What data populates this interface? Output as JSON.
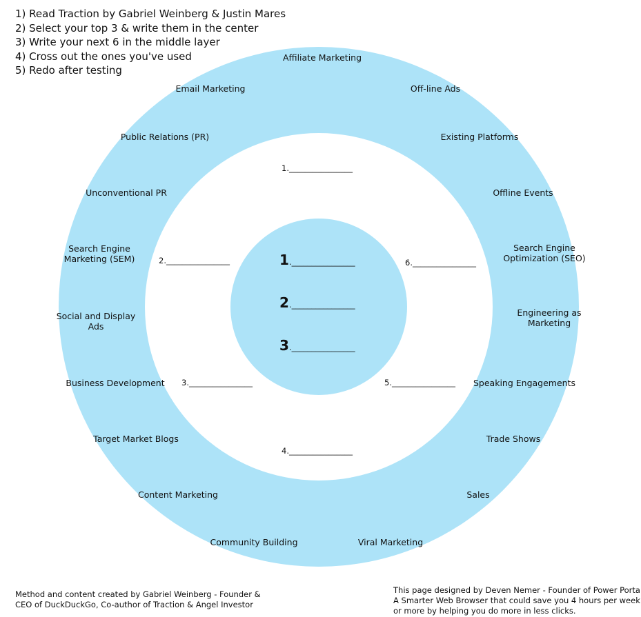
{
  "instructions": [
    "1) Read Traction by Gabriel Weinberg & Justin Mares",
    "2) Select your top 3 & write them in the center",
    "3) Write your next 6 in the middle layer",
    "4) Cross out the ones you've used",
    "5) Redo after testing"
  ],
  "colors": {
    "ring": "#ade3f8",
    "background": "#ffffff"
  },
  "outer_ring_channels": [
    "Affiliate Marketing",
    "Off-line Ads",
    "Existing Platforms",
    "Offline Events",
    [
      "Search Engine",
      "Optimization (SEO)"
    ],
    [
      "Engineering as",
      "Marketing"
    ],
    "Speaking Engagements",
    "Trade Shows",
    "Sales",
    "Viral Marketing",
    "Community Building",
    "Content Marketing",
    "Target Market Blogs",
    "Business Development",
    [
      "Social and Display",
      "Ads"
    ],
    [
      "Search Engine",
      "Marketing (SEM)"
    ],
    "Unconventional PR",
    "Public Relations  (PR)",
    "Email Marketing"
  ],
  "middle_layer_slots": [
    "1.",
    "2.",
    "3.",
    "4.",
    "5.",
    "6."
  ],
  "center_slots": [
    "1",
    "2",
    "3"
  ],
  "blank_line": "________________",
  "footer_left": [
    "Method and content created by Gabriel Weinberg - Founder &",
    "CEO of DuckDuckGo, Co-author of Traction & Angel Investor"
  ],
  "footer_right": [
    "This page designed by Deven Nemer - Founder of Power Portal",
    "A Smarter Web Browser that could save you 4 hours per week",
    "or more by helping you do more in less clicks."
  ]
}
